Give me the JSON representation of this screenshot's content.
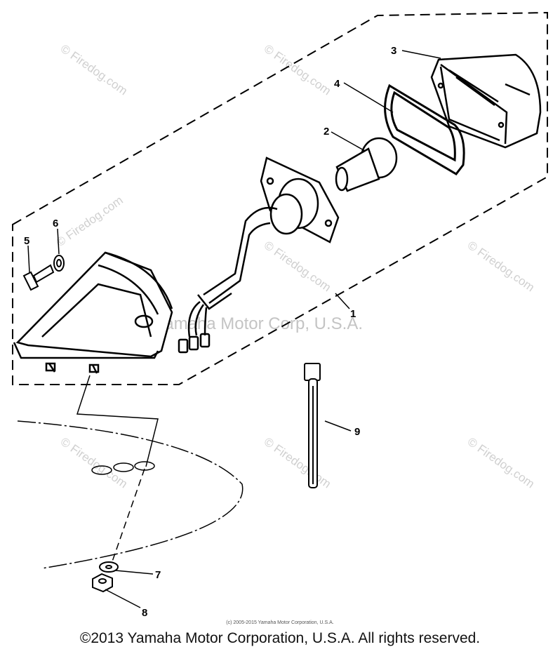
{
  "callouts": {
    "c1": "1",
    "c2": "2",
    "c3": "3",
    "c4": "4",
    "c5": "5",
    "c6": "6",
    "c7": "7",
    "c8": "8",
    "c9": "9"
  },
  "watermark": {
    "text": "Firedog.com",
    "symbol": "©"
  },
  "ghost_text": "Yamaha Motor Corp, U.S.A.",
  "small_print": "(c) 2005-2015 Yamaha Motor Corporation, U.S.A.",
  "footer": {
    "copyright": "©2013 Yamaha Motor Corporation, U.S.A. All rights reserved."
  }
}
